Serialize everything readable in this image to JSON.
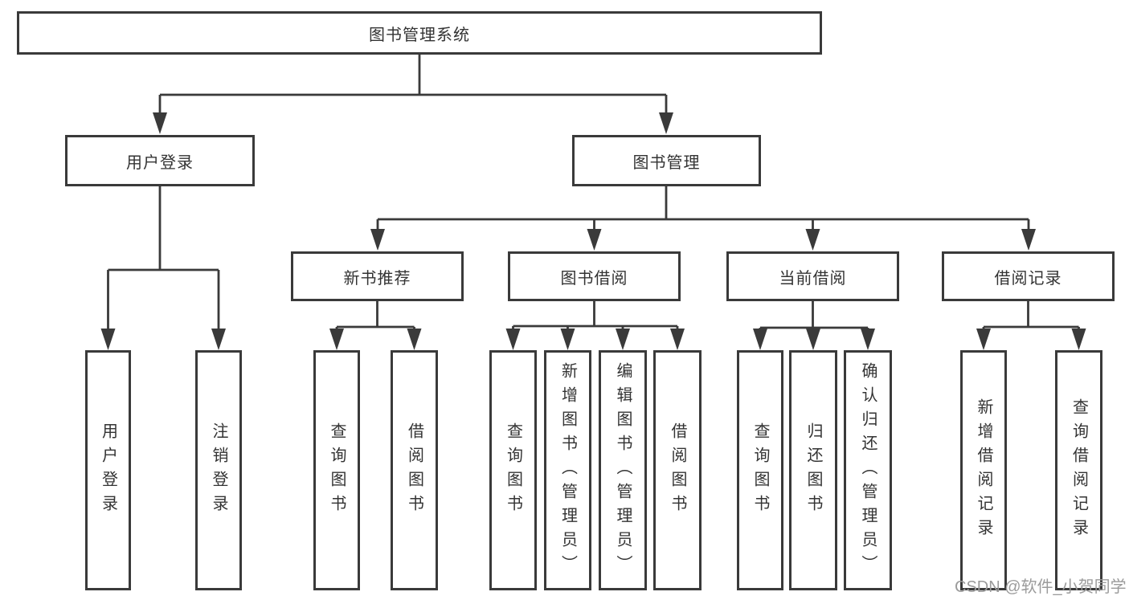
{
  "tree": {
    "root": {
      "label": "图书管理系统",
      "children": [
        {
          "label": "用户登录",
          "children": [
            {
              "label": "用户登录"
            },
            {
              "label": "注销登录"
            }
          ]
        },
        {
          "label": "图书管理",
          "children": [
            {
              "label": "新书推荐",
              "children": [
                {
                  "label": "查询图书"
                },
                {
                  "label": "借阅图书"
                }
              ]
            },
            {
              "label": "图书借阅",
              "children": [
                {
                  "label": "查询图书"
                },
                {
                  "label": "新增图书（管理员）"
                },
                {
                  "label": "编辑图书（管理员）"
                },
                {
                  "label": "借阅图书"
                }
              ]
            },
            {
              "label": "当前借阅",
              "children": [
                {
                  "label": "查询图书"
                },
                {
                  "label": "归还图书"
                },
                {
                  "label": "确认归还（管理员）"
                }
              ]
            },
            {
              "label": "借阅记录",
              "children": [
                {
                  "label": "新增借阅记录"
                },
                {
                  "label": "查询借阅记录"
                }
              ]
            }
          ]
        }
      ]
    }
  },
  "watermark": "CSDN @软件_小贺同学",
  "colors": {
    "line": "#3a3a3a",
    "box_border": "#3a3a3a",
    "text": "#333333",
    "watermark": "#9b9b9b",
    "background": "#ffffff"
  }
}
